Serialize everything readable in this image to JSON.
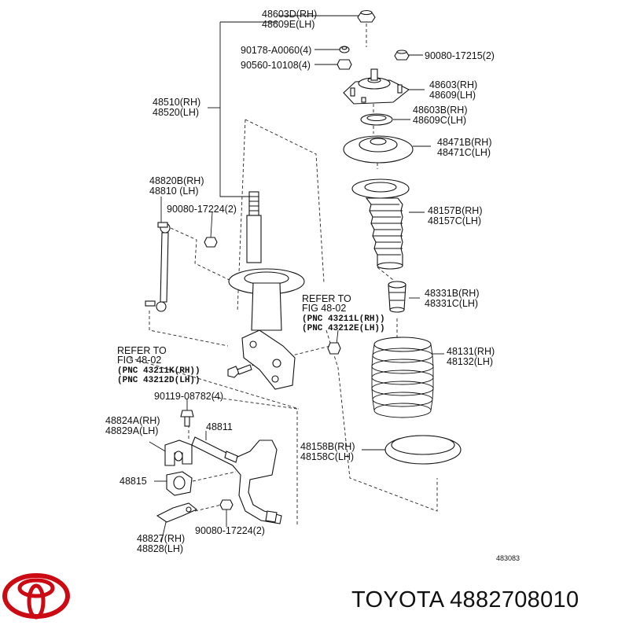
{
  "diagram": {
    "labels": {
      "l48603d": [
        "48603D(RH)",
        "48609E(LH)"
      ],
      "l90178": [
        "90178-A0060(4)"
      ],
      "l90560": [
        "90560-10108(4)"
      ],
      "l90080a": [
        "90080-17215(2)"
      ],
      "l48603": [
        "48603(RH)",
        "48609(LH)"
      ],
      "l48510": [
        "48510(RH)",
        "48520(LH)"
      ],
      "l48603b": [
        "48603B(RH)",
        "48609C(LH)"
      ],
      "l48471": [
        "48471B(RH)",
        "48471C(LH)"
      ],
      "l48820": [
        "48820B(RH)",
        "48810 (LH)"
      ],
      "l90080b": [
        "90080-17224(2)"
      ],
      "l48157": [
        "48157B(RH)",
        "48157C(LH)"
      ],
      "l48331": [
        "48331B(RH)",
        "48331C(LH)"
      ],
      "l48131": [
        "48131(RH)",
        "48132(LH)"
      ],
      "l90119": [
        "90119-08782(4)"
      ],
      "l48824": [
        "48824A(RH)",
        "48829A(LH)"
      ],
      "l48811": [
        "48811"
      ],
      "l48158": [
        "48158B(RH)",
        "48158C(LH)"
      ],
      "l48815": [
        "48815"
      ],
      "l90080c": [
        "90080-17224(2)"
      ],
      "l48827": [
        "48827(RH)",
        "48828(LH)"
      ]
    },
    "refer_right": {
      "lines": [
        "REFER TO",
        "FIG 48-02"
      ],
      "pnc": [
        "(PNC 43211L(RH))",
        "(PNC 43212E(LH))"
      ]
    },
    "refer_left": {
      "lines": [
        "REFER TO",
        "FIG 48-02"
      ],
      "pnc": [
        "(PNC 43211K(RH))",
        "(PNC 43212D(LH))"
      ]
    },
    "drawing_number": "483083"
  },
  "footer": {
    "brand_text": "TOYOTA 4882708010",
    "logo": "toyota-logo",
    "logo_color": "#cc0a14"
  }
}
